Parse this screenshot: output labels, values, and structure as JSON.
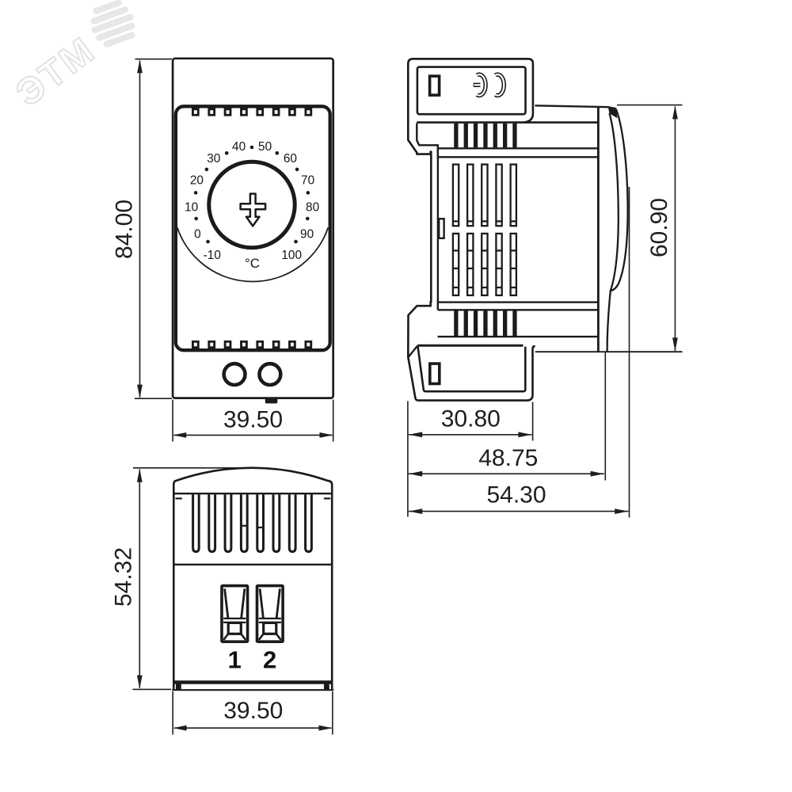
{
  "drawing": {
    "type": "technical-dimension-drawing",
    "subject": "DIN-rail enclosure thermostat, three orthographic views",
    "colors": {
      "ink": "#1b1b1d",
      "background": "#ffffff",
      "watermark": "#e4e4e4"
    },
    "watermark": {
      "text": "ЭТМ"
    },
    "front_view": {
      "dial": {
        "unit": "°C",
        "labels": [
          "-10",
          "0",
          "10",
          "20",
          "30",
          "40",
          "50",
          "60",
          "70",
          "80",
          "90",
          "100"
        ]
      },
      "dims": {
        "height": "84.00",
        "width": "39.50"
      }
    },
    "side_view": {
      "dims": {
        "height": "60.90",
        "block_depth": "30.80",
        "body_depth": "48.75",
        "total_depth": "54.30"
      }
    },
    "bottom_view": {
      "terminals": [
        "1",
        "2"
      ],
      "dims": {
        "height": "54.32",
        "width": "39.50"
      }
    }
  }
}
